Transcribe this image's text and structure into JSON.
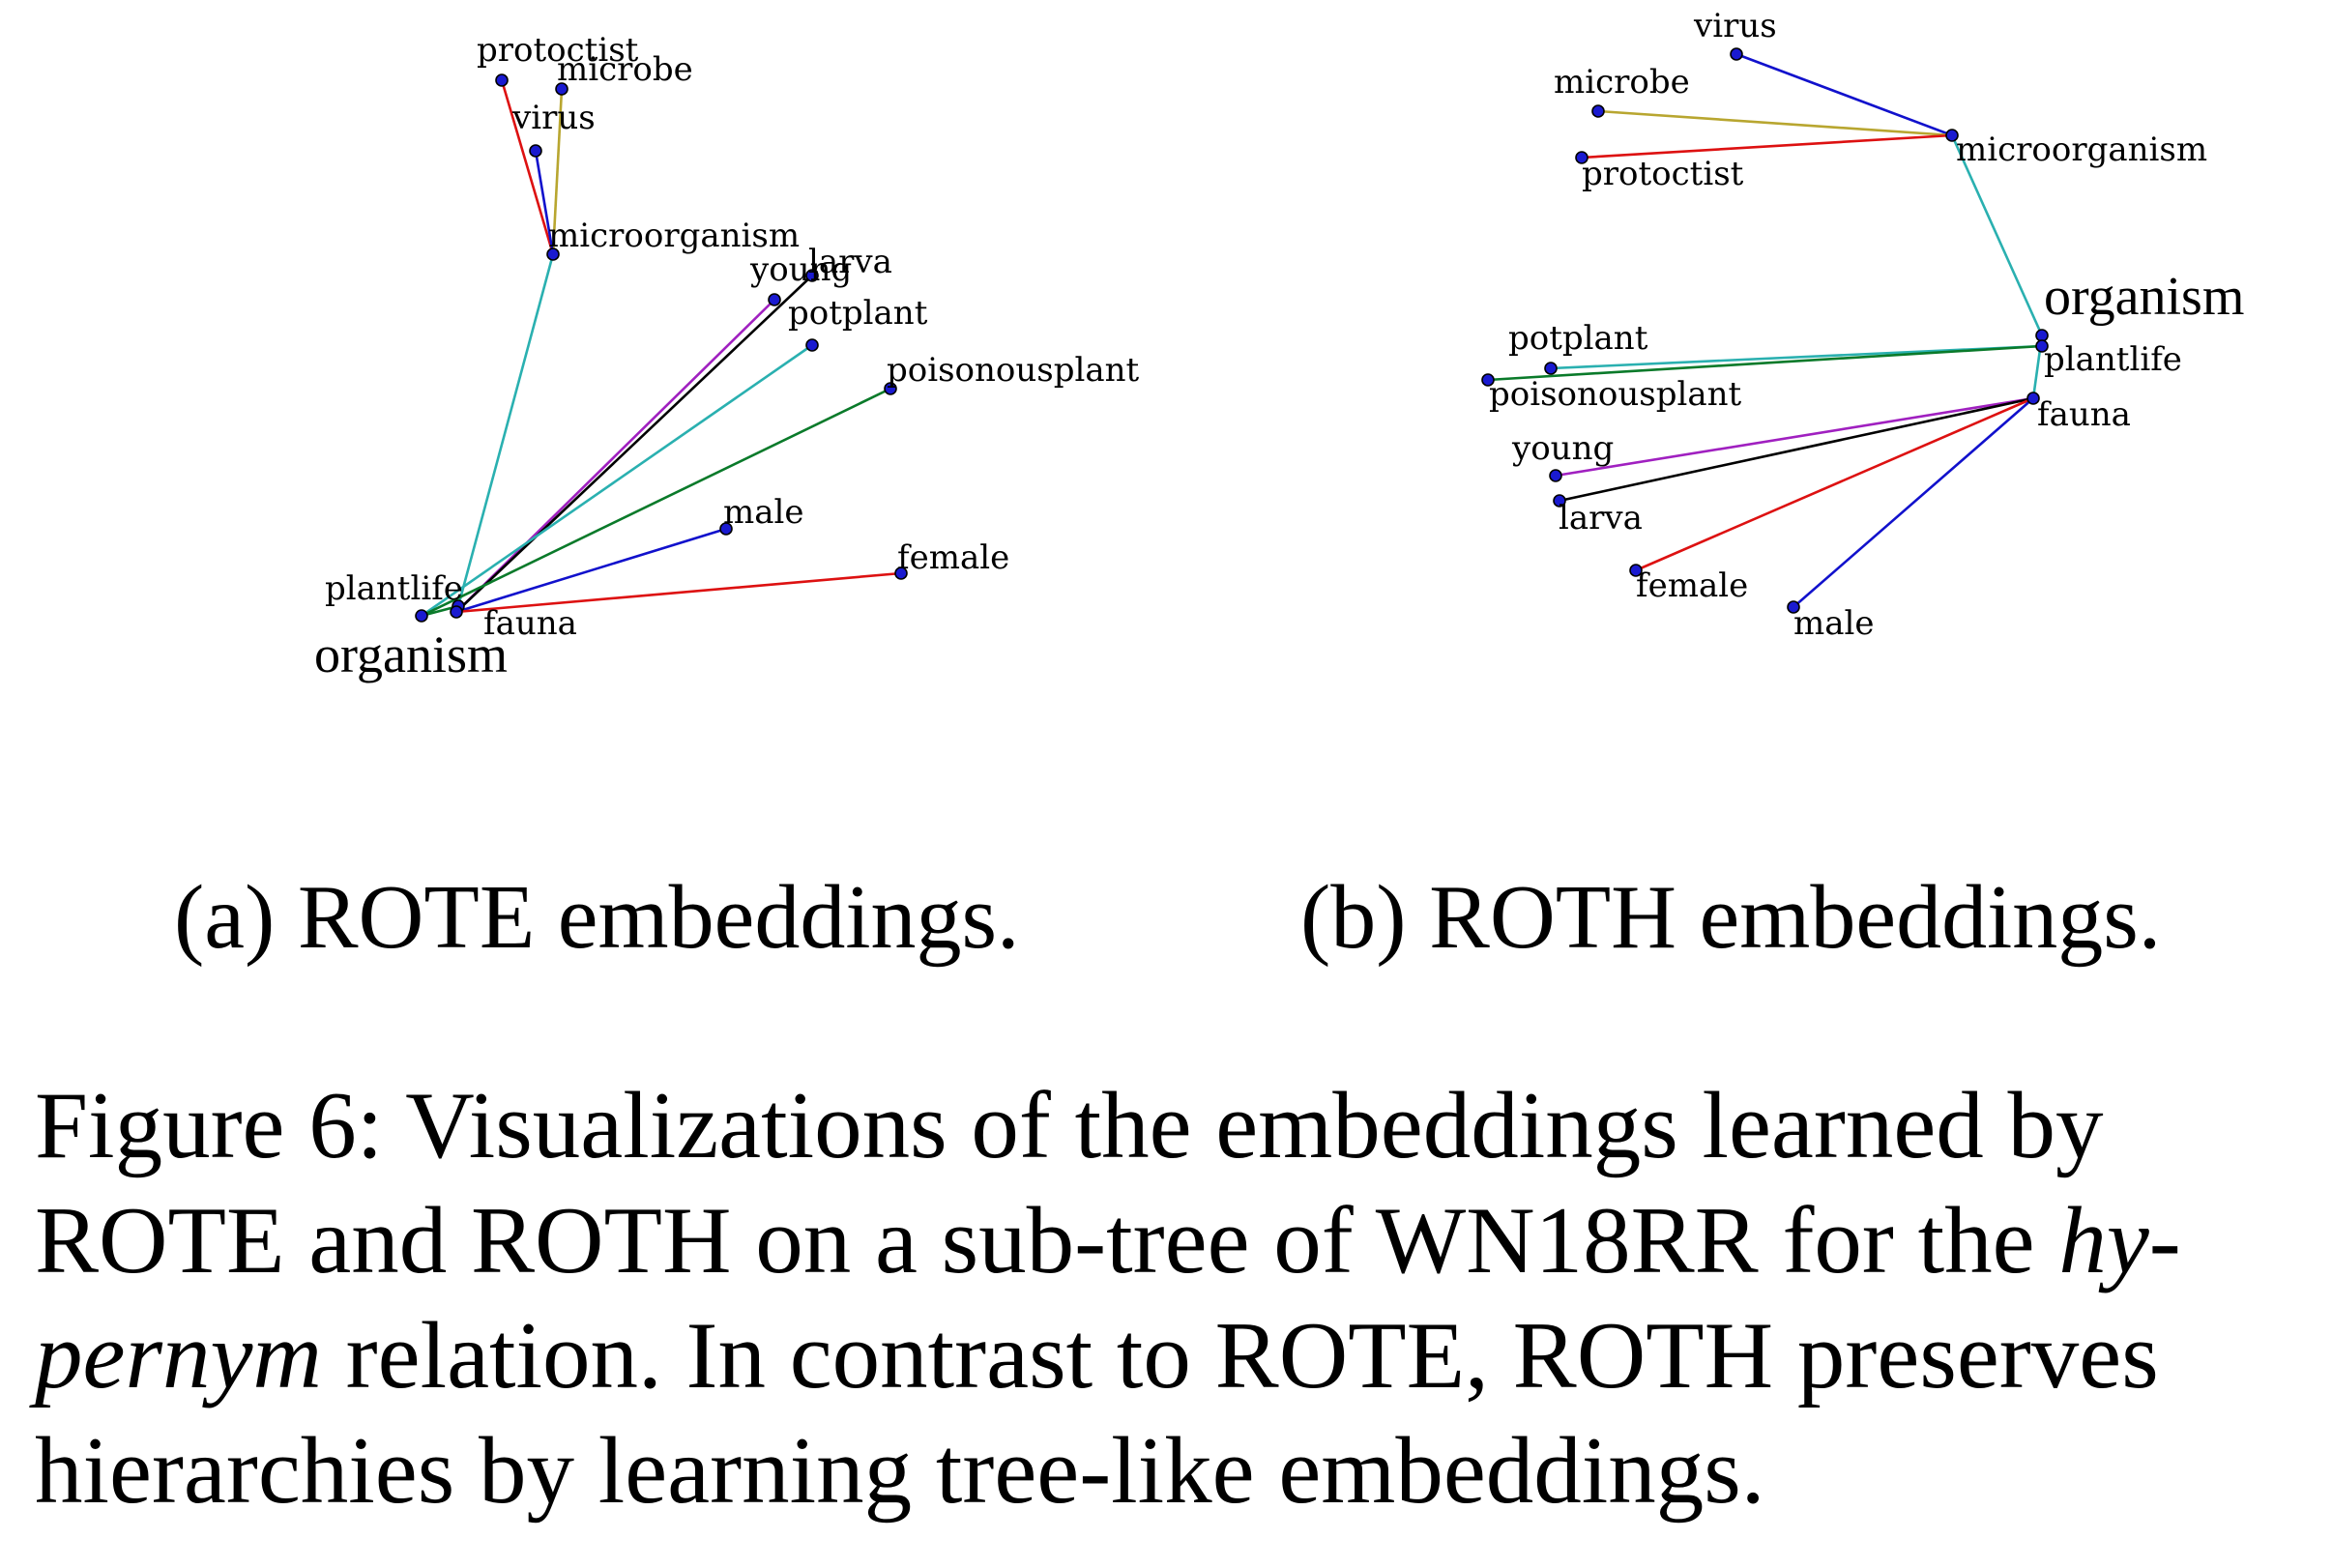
{
  "chart_data": [
    {
      "type": "scatter",
      "title": "",
      "root": "organism",
      "nodes": [
        {
          "name": "organism"
        },
        {
          "name": "plantlife"
        },
        {
          "name": "fauna"
        },
        {
          "name": "microorganism"
        },
        {
          "name": "protoctist"
        },
        {
          "name": "microbe"
        },
        {
          "name": "virus"
        },
        {
          "name": "young"
        },
        {
          "name": "larva"
        },
        {
          "name": "potplant"
        },
        {
          "name": "poisonousplant"
        },
        {
          "name": "male"
        },
        {
          "name": "female"
        }
      ],
      "edges": [
        {
          "from": "microorganism",
          "to": "protoctist",
          "color": "#dd1111"
        },
        {
          "from": "microorganism",
          "to": "microbe",
          "color": "#b8a630"
        },
        {
          "from": "microorganism",
          "to": "virus",
          "color": "#1111cc"
        },
        {
          "from": "organism",
          "to": "microorganism",
          "color": "#2ab0b0"
        },
        {
          "from": "fauna",
          "to": "young",
          "color": "#a020c0"
        },
        {
          "from": "fauna",
          "to": "larva",
          "color": "#000000"
        },
        {
          "from": "plantlife",
          "to": "potplant",
          "color": "#2ab0b0"
        },
        {
          "from": "plantlife",
          "to": "poisonousplant",
          "color": "#0a7a2a"
        },
        {
          "from": "fauna",
          "to": "male",
          "color": "#1111cc"
        },
        {
          "from": "fauna",
          "to": "female",
          "color": "#dd1111"
        },
        {
          "from": "organism",
          "to": "plantlife",
          "color": "#0a7a2a"
        },
        {
          "from": "organism",
          "to": "fauna",
          "color": "#2ab0b0"
        }
      ]
    },
    {
      "type": "scatter",
      "title": "",
      "root": "organism",
      "nodes": [
        {
          "name": "organism"
        },
        {
          "name": "plantlife"
        },
        {
          "name": "fauna"
        },
        {
          "name": "microorganism"
        },
        {
          "name": "virus"
        },
        {
          "name": "microbe"
        },
        {
          "name": "protoctist"
        },
        {
          "name": "potplant"
        },
        {
          "name": "poisonousplant"
        },
        {
          "name": "young"
        },
        {
          "name": "larva"
        },
        {
          "name": "female"
        },
        {
          "name": "male"
        }
      ],
      "edges": [
        {
          "from": "microorganism",
          "to": "virus",
          "color": "#1111cc"
        },
        {
          "from": "microorganism",
          "to": "microbe",
          "color": "#b8a630"
        },
        {
          "from": "microorganism",
          "to": "protoctist",
          "color": "#dd1111"
        },
        {
          "from": "organism",
          "to": "microorganism",
          "color": "#2ab0b0"
        },
        {
          "from": "plantlife",
          "to": "potplant",
          "color": "#2ab0b0"
        },
        {
          "from": "plantlife",
          "to": "poisonousplant",
          "color": "#0a7a2a"
        },
        {
          "from": "fauna",
          "to": "young",
          "color": "#a020c0"
        },
        {
          "from": "fauna",
          "to": "larva",
          "color": "#000000"
        },
        {
          "from": "fauna",
          "to": "female",
          "color": "#dd1111"
        },
        {
          "from": "fauna",
          "to": "male",
          "color": "#1111cc"
        },
        {
          "from": "organism",
          "to": "plantlife",
          "color": "#0a7a2a"
        },
        {
          "from": "organism",
          "to": "fauna",
          "color": "#2ab0b0"
        }
      ]
    }
  ],
  "subcaptions": {
    "a": {
      "prefix": "(a) ",
      "rote_r": "R",
      "rote_ot": "OT",
      "rote_e": "E",
      "suffix": " embeddings."
    },
    "b": {
      "prefix": "(b) ",
      "roth_r": "R",
      "roth_ot": "OT",
      "roth_h": "H",
      "suffix": " embeddings."
    }
  },
  "caption": {
    "line1": "Figure 6:  Visualizations of the embeddings learned by",
    "l2_r1": "R",
    "l2_ot1": "OT",
    "l2_e": "E",
    "l2_mid": " and ",
    "l2_r2": "R",
    "l2_ot2": "OT",
    "l2_h": "H",
    "l2_rest": " on a sub-tree of WN18RR for the ",
    "l2_italic": "hy-",
    "l3_italic": "pernym",
    "l3_mid": " relation.  In contrast to ",
    "l3_r1": "R",
    "l3_ot1": "OT",
    "l3_e": "E",
    "l3_comma": ", ",
    "l3_r2": "R",
    "l3_ot2": "OT",
    "l3_h": "H",
    "l3_rest": " preserves",
    "line4": "hierarchies by learning tree-like embeddings."
  },
  "colors": {
    "node_fill": "#1a1ad0",
    "node_stroke": "#000000"
  }
}
